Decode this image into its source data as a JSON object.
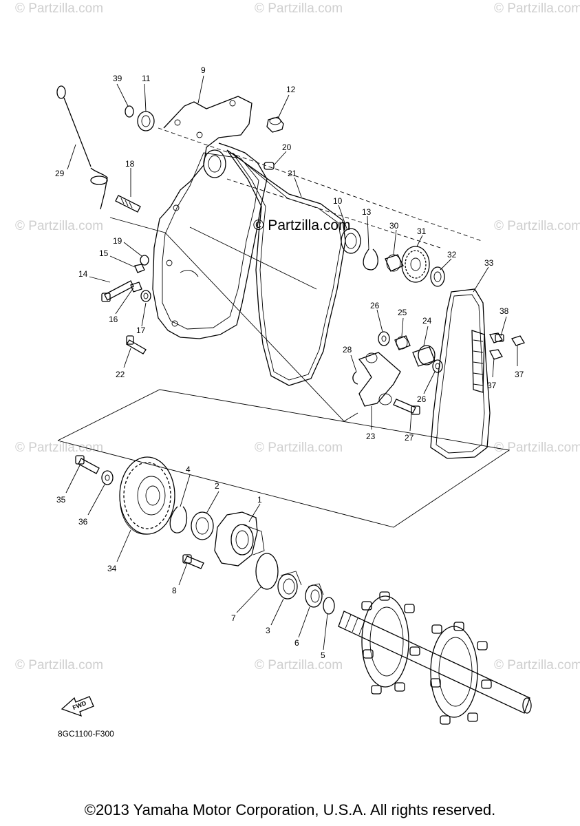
{
  "watermark": {
    "text": "© Partzilla.com",
    "center_text": "© Partzilla.com"
  },
  "diagram_code": "8GC1100-F300",
  "fwd_label": "FWD",
  "copyright": "©2013 Yamaha Motor Corporation, U.S.A. All rights reserved.",
  "callouts": [
    "1",
    "2",
    "3",
    "4",
    "5",
    "6",
    "7",
    "8",
    "9",
    "10",
    "11",
    "12",
    "13",
    "14",
    "15",
    "16",
    "17",
    "18",
    "19",
    "20",
    "21",
    "22",
    "23",
    "24",
    "25",
    "26",
    "26",
    "27",
    "28",
    "29",
    "30",
    "31",
    "32",
    "33",
    "34",
    "35",
    "36",
    "37",
    "37",
    "38",
    "39"
  ]
}
